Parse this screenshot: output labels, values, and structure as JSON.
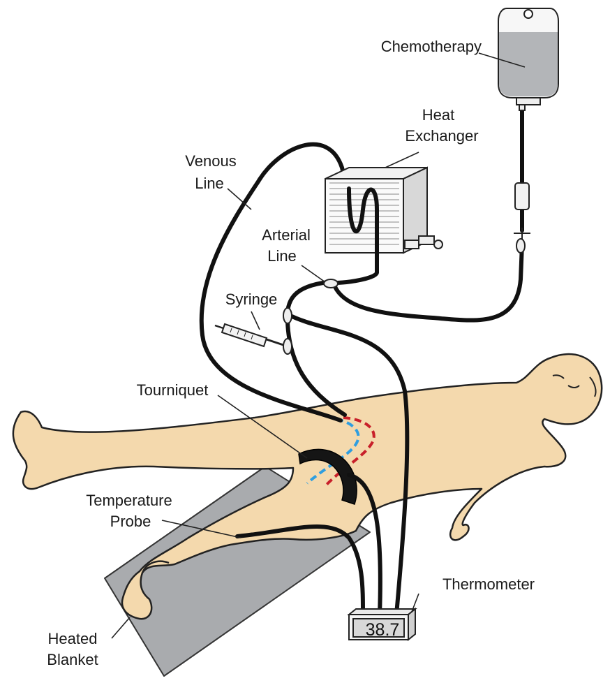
{
  "labels": {
    "chemotherapy": "Chemotherapy",
    "heat": "Heat",
    "exchanger": "Exchanger",
    "venous": "Venous",
    "venous_line": "Line",
    "arterial": "Arterial",
    "arterial_line": "Line",
    "syringe": "Syringe",
    "tourniquet": "Tourniquet",
    "temperature": "Temperature",
    "probe": "Probe",
    "thermometer": "Thermometer",
    "heated": "Heated",
    "blanket": "Blanket"
  },
  "thermometer": {
    "reading": "38.7"
  },
  "colors": {
    "skin": "#f4d9ad",
    "blanket": "#a9abae",
    "tube": "#111111",
    "artery_dash": "#c8202a",
    "vein_dash": "#2f9ee0",
    "bag_fluid": "#b3b5b8"
  },
  "icons": [
    "iv-bag",
    "heat-exchanger-box",
    "syringe",
    "thermometer-display"
  ]
}
